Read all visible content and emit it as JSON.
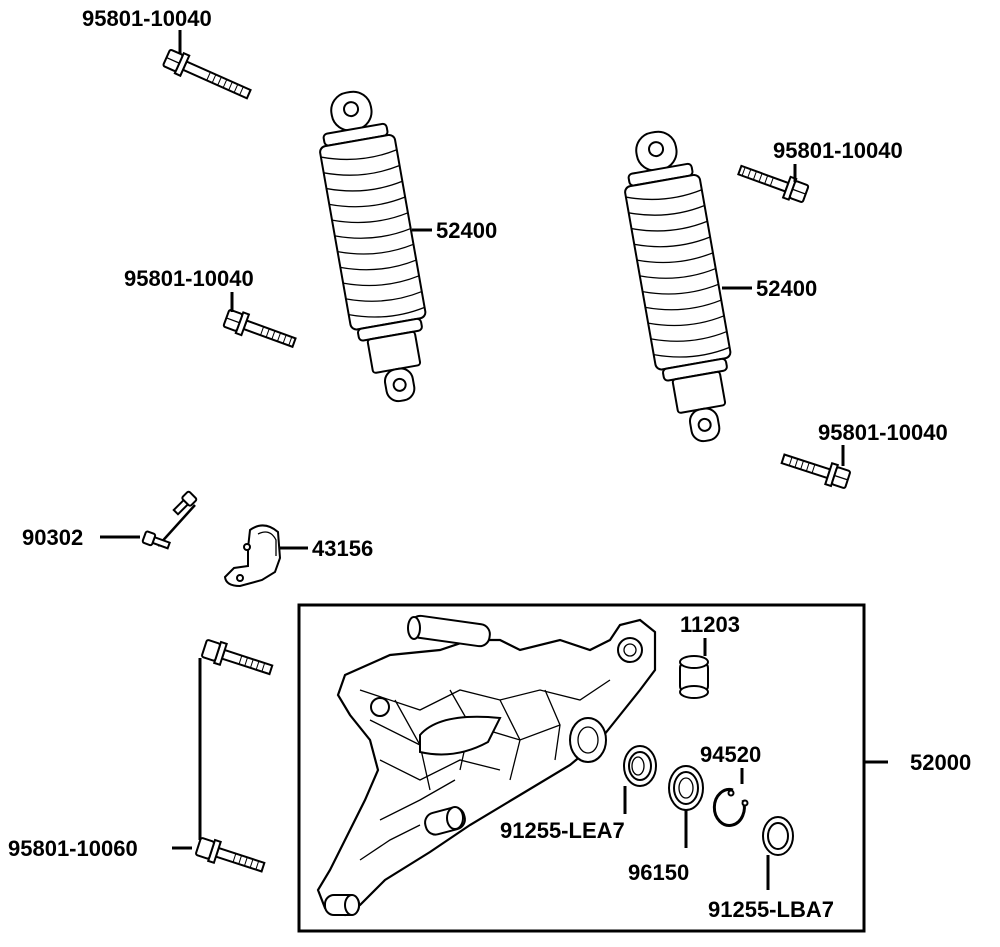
{
  "labels": {
    "bolt_top_left": "95801-10040",
    "shock_left": "52400",
    "bolt_mid_left": "95801-10040",
    "bolt_top_right": "95801-10040",
    "shock_right": "52400",
    "bolt_lower_right": "95801-10040",
    "screw_small": "90302",
    "clamp": "43156",
    "bushing": "11203",
    "circlip": "94520",
    "swing_arm": "52000",
    "oil_seal_a": "91255-LEA7",
    "bearing": "96150",
    "oil_seal_b": "91255-LBA7",
    "bolt_long": "95801-10060"
  }
}
